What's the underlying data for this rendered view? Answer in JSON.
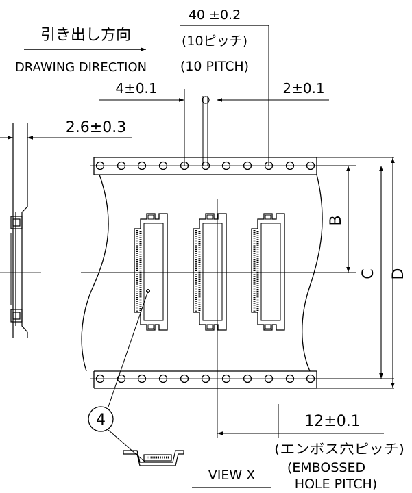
{
  "direction": {
    "jp": "引き出し方向",
    "en": "DRAWING DIRECTION"
  },
  "dims": {
    "pitch_total": "40 ±0.2",
    "pitch_total_jp": "(10ピッチ)",
    "pitch_total_en": "(10 PITCH)",
    "left_offset": "4±0.1",
    "right_offset": "2±0.1",
    "thickness": "2.6±0.3",
    "embossed_pitch": "12±0.1",
    "embossed_jp": "(エンボス穴ピッチ)",
    "embossed_en_1": "(EMBOSSED",
    "embossed_en_2": "HOLE PITCH)"
  },
  "letters": {
    "b": "B",
    "c": "C",
    "d": "D"
  },
  "callout": {
    "number": "4"
  },
  "view": {
    "label": "VIEW X"
  }
}
